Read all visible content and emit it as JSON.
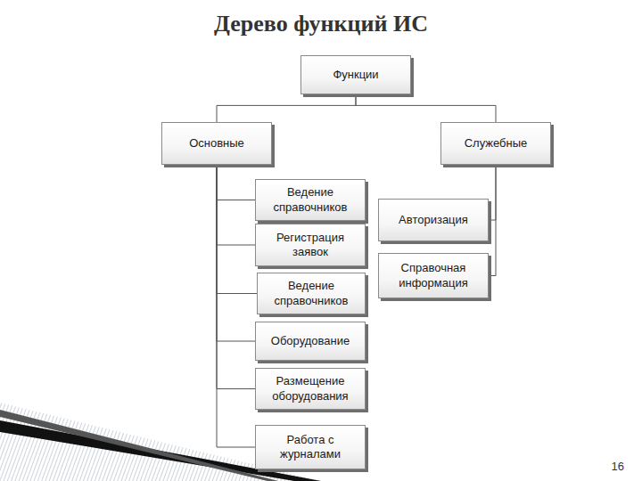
{
  "diagram": {
    "title": "Дерево функций ИС",
    "nodes": [
      {
        "text": [
          "Функции"
        ]
      },
      {
        "text": [
          "Основные"
        ]
      },
      {
        "text": [
          "Служебные"
        ]
      },
      {
        "text": [
          "Ведение справочников"
        ]
      },
      {
        "text": [
          "Регистрация заявок"
        ]
      },
      {
        "text": [
          "Ведение справочников"
        ]
      },
      {
        "text": [
          "Оборудование"
        ]
      },
      {
        "text": [
          "Размещение оборудования"
        ]
      },
      {
        "text": [
          "Работа с журналами"
        ]
      },
      {
        "text": [
          "Авторизация"
        ]
      },
      {
        "text": [
          "Справочная информация"
        ]
      }
    ],
    "edges": [
      {
        "from": 0,
        "to": 1,
        "arrow": "none"
      },
      {
        "from": 0,
        "to": 2,
        "arrow": "none"
      },
      {
        "from": 1,
        "to": 3,
        "arrow": "none"
      },
      {
        "from": 1,
        "to": 4,
        "arrow": "none"
      },
      {
        "from": 1,
        "to": 5,
        "arrow": "none"
      },
      {
        "from": 1,
        "to": 6,
        "arrow": "none"
      },
      {
        "from": 1,
        "to": 7,
        "arrow": "none"
      },
      {
        "from": 1,
        "to": 8,
        "arrow": "none"
      },
      {
        "from": 2,
        "to": 9,
        "arrow": "none"
      },
      {
        "from": 2,
        "to": 10,
        "arrow": "none"
      }
    ],
    "labels": [
      "16"
    ]
  }
}
